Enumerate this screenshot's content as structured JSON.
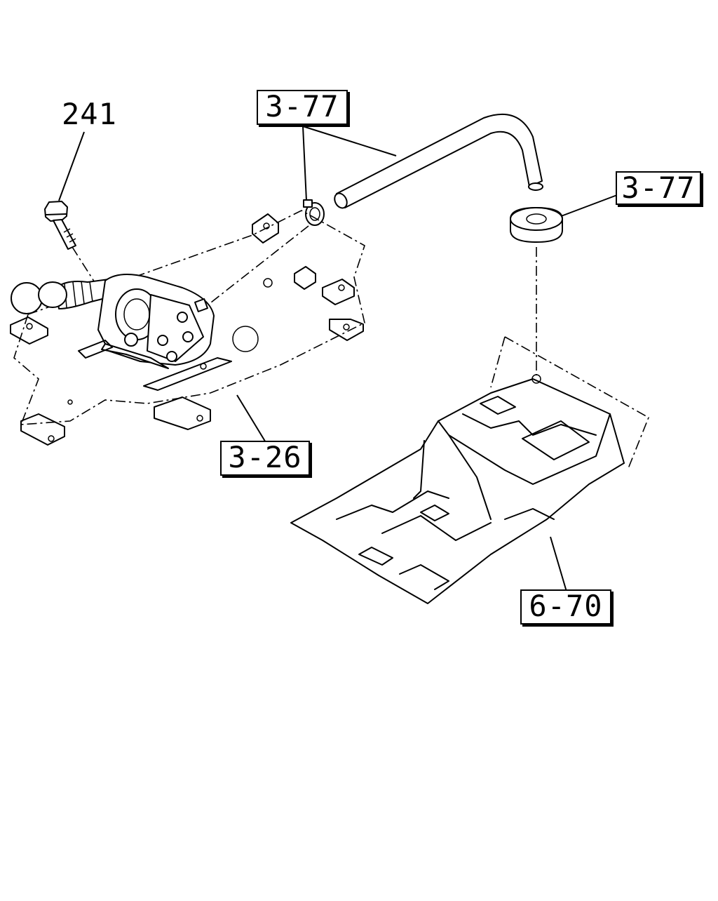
{
  "callouts": {
    "bolt": "241",
    "hose_clamp": "3-77",
    "grommet": "3-77",
    "bracket": "3-26",
    "floor_panel": "6-70"
  }
}
